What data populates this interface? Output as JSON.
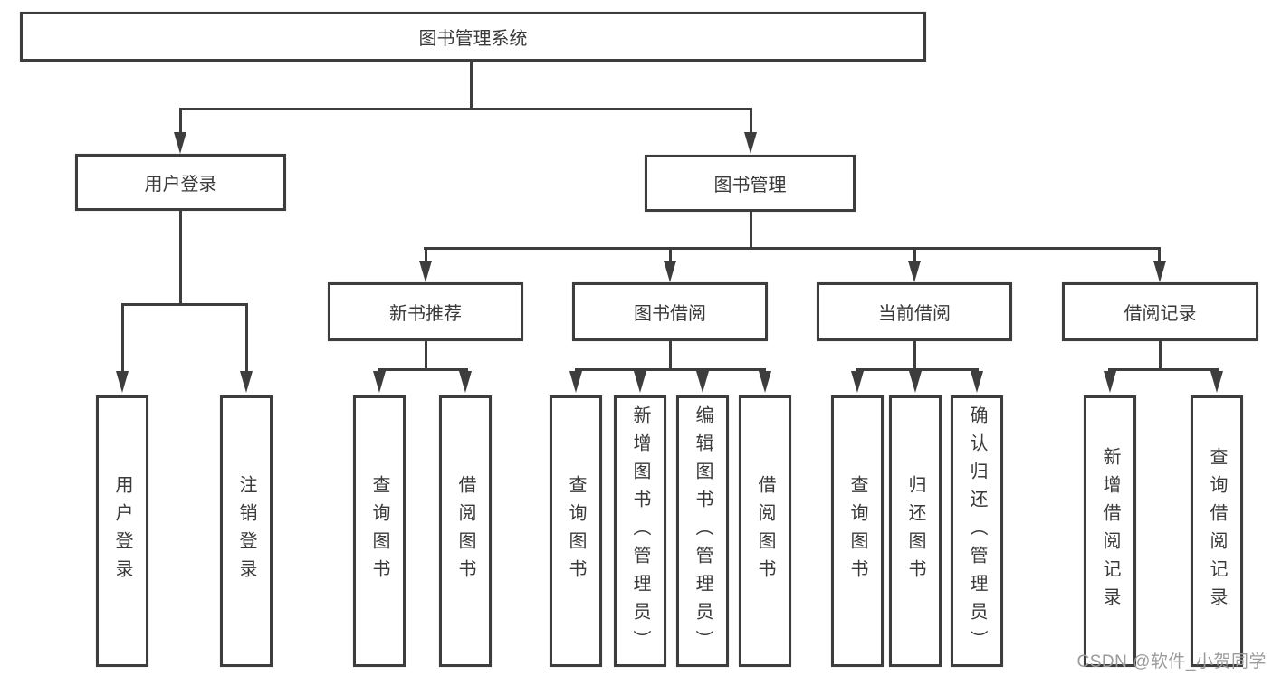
{
  "colors": {
    "line": "#3d3d3d",
    "box_fill": "#ffffff",
    "text": "#3a3a3a",
    "watermark_text": "#9b9b9b",
    "page_bg": "#ffffff"
  },
  "watermark": {
    "text": "CSDN @软件_小贺同学"
  },
  "diagram": {
    "root": {
      "label": "图书管理系统"
    },
    "branches": [
      {
        "label": "用户登录",
        "children": [
          {
            "label": "用户登录"
          },
          {
            "label": "注销登录"
          }
        ]
      },
      {
        "label": "图书管理",
        "children": [
          {
            "label": "新书推荐",
            "children": [
              {
                "label": "查询图书"
              },
              {
                "label": "借阅图书"
              }
            ]
          },
          {
            "label": "图书借阅",
            "children": [
              {
                "label": "查询图书"
              },
              {
                "label": "新增图书（管理员）"
              },
              {
                "label": "编辑图书（管理员）"
              },
              {
                "label": "借阅图书"
              }
            ]
          },
          {
            "label": "当前借阅",
            "children": [
              {
                "label": "查询图书"
              },
              {
                "label": "归还图书"
              },
              {
                "label": "确认归还（管理员）"
              }
            ]
          },
          {
            "label": "借阅记录",
            "children": [
              {
                "label": "新增借阅记录"
              },
              {
                "label": "查询借阅记录"
              }
            ]
          }
        ]
      }
    ]
  }
}
